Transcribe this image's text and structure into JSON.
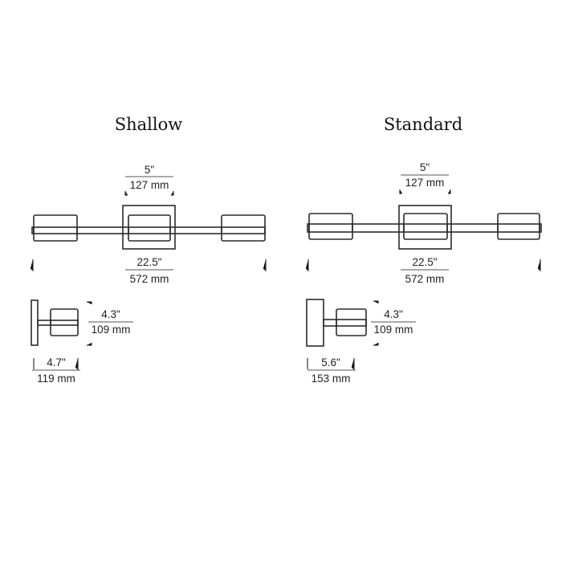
{
  "colors": {
    "line": "#2b2b2b",
    "text": "#222222",
    "background": "#ffffff"
  },
  "panels": [
    {
      "title": "Shallow",
      "front": {
        "center_inch": "5\"",
        "center_mm": "127 mm",
        "width_inch": "22.5\"",
        "width_mm": "572 mm"
      },
      "side": {
        "height_inch": "4.3\"",
        "height_mm": "109 mm",
        "depth_inch": "4.7\"",
        "depth_mm": "119 mm"
      }
    },
    {
      "title": "Standard",
      "front": {
        "center_inch": "5\"",
        "center_mm": "127 mm",
        "width_inch": "22.5\"",
        "width_mm": "572 mm"
      },
      "side": {
        "height_inch": "4.3\"",
        "height_mm": "109 mm",
        "depth_inch": "5.6\"",
        "depth_mm": "153 mm"
      }
    }
  ]
}
